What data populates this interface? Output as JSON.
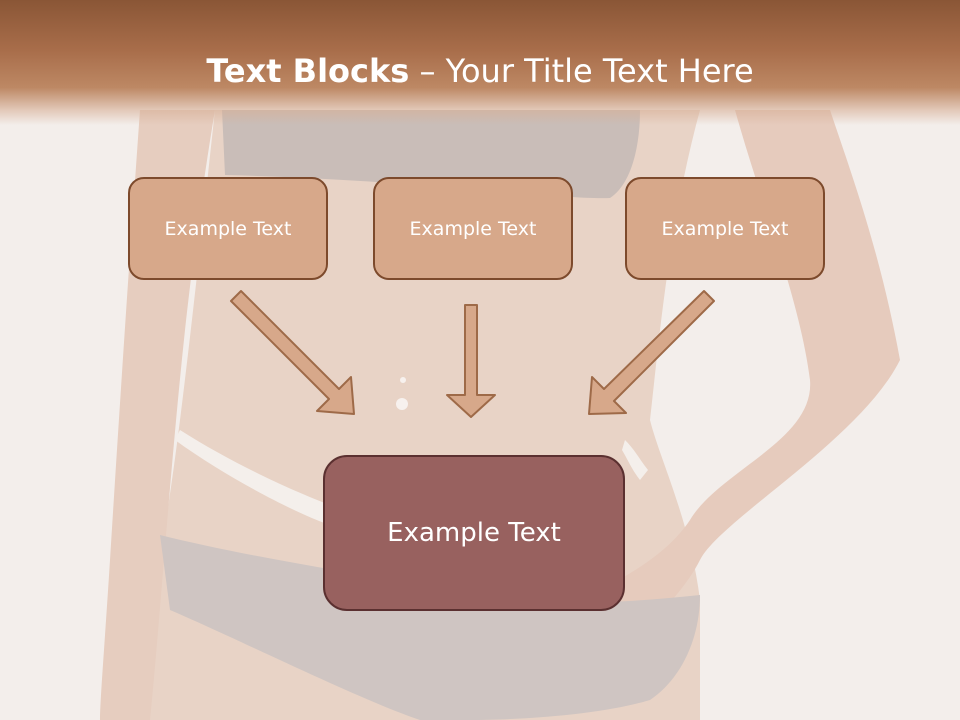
{
  "slide": {
    "title_bold": "Text Blocks",
    "title_rest": " – Your Title Text Here"
  },
  "blocks": [
    {
      "label": "Example Text"
    },
    {
      "label": "Example Text"
    },
    {
      "label": "Example Text"
    }
  ],
  "target_block": {
    "label": "Example Text"
  },
  "colors": {
    "title_band": "#8a5636",
    "small_box_fill": "#d7a88a",
    "small_box_border": "#7d4a2c",
    "main_box_fill": "#98615f",
    "arrow_fill": "#d7a88a",
    "arrow_stroke": "#9e6a48"
  }
}
